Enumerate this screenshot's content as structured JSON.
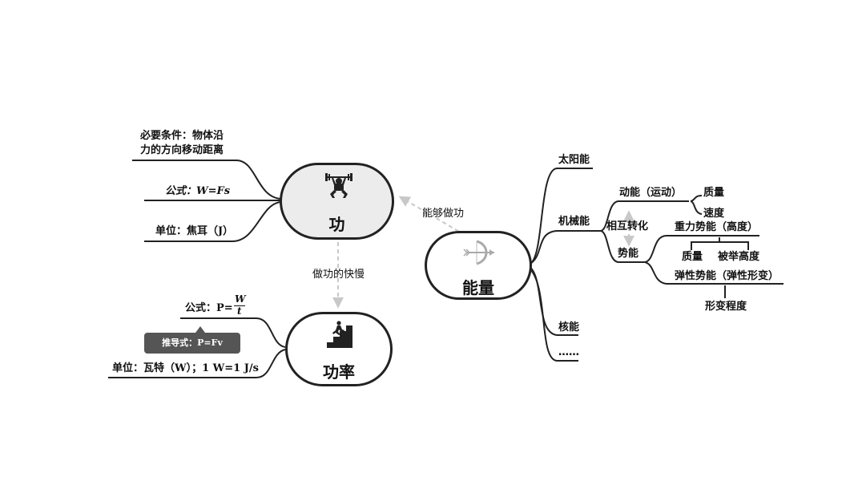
{
  "nodes": {
    "gong": "功",
    "gonglv": "功率",
    "nengliang": "能量"
  },
  "connectors": {
    "energy_to_work": "能够做功",
    "work_to_power": "做功的快慢"
  },
  "work_branches": {
    "condition_line1": "必要条件：物体沿",
    "condition_line2": "力的方向移动距离",
    "formula": "公式：W=Fs",
    "unit": "单位：焦耳（J）"
  },
  "power_branches": {
    "formula_prefix": "公式：P=",
    "formula_num": "W",
    "formula_den": "t",
    "derived": "推导式：P=Fv",
    "unit": "单位：瓦特（W）；1 W=1 J/s"
  },
  "energy_branches": {
    "solar": "太阳能",
    "mechanical": "机械能",
    "nuclear": "核能",
    "ellipsis": "……",
    "kinetic": "动能（运动）",
    "kinetic_mass": "质量",
    "kinetic_speed": "速度",
    "mutual": "相互转化",
    "potential": "势能",
    "gravity": "重力势能（高度）",
    "gravity_mass": "质量",
    "gravity_height": "被举高度",
    "elastic": "弹性势能（弹性形变）",
    "deformation": "形变程度"
  },
  "icons": [
    "weightlifter-icon",
    "stairs-runner-icon",
    "bow-arrow-icon"
  ],
  "colors": {
    "line": "#222222",
    "dashed": "#bbbbbb",
    "tip_bg": "#555555",
    "node_fill_gray": "#ececec"
  }
}
